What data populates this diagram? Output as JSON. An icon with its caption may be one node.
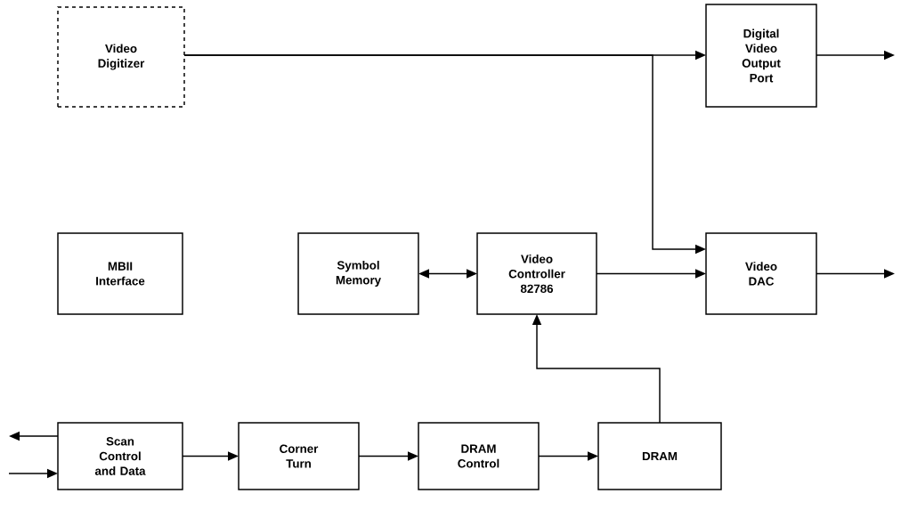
{
  "diagram": {
    "nodes": [
      {
        "text": [
          "Video Digitizer"
        ]
      },
      {
        "text": [
          "Digital Video Output Port"
        ]
      },
      {
        "text": [
          "MBII Interface"
        ]
      },
      {
        "text": [
          "Symbol Memory"
        ]
      },
      {
        "text": [
          "Video Controller 82786"
        ]
      },
      {
        "text": [
          "Video DAC"
        ]
      },
      {
        "text": [
          "Scan Control and Data"
        ]
      },
      {
        "text": [
          "Corner Turn"
        ]
      },
      {
        "text": [
          "DRAM Control"
        ]
      },
      {
        "text": [
          "DRAM"
        ]
      }
    ],
    "edges": [
      {
        "from": 0,
        "to": 1,
        "arrow": "to"
      },
      {
        "from": 0,
        "to": 5,
        "arrow": "to"
      },
      {
        "from": 1,
        "to": null,
        "arrow": "to"
      },
      {
        "from": 3,
        "to": 4,
        "arrow": "both"
      },
      {
        "from": 4,
        "to": 5,
        "arrow": "to"
      },
      {
        "from": 5,
        "to": null,
        "arrow": "to"
      },
      {
        "from": 9,
        "to": 4,
        "arrow": "to"
      },
      {
        "from": 6,
        "to": null,
        "arrow": "to"
      },
      {
        "from": null,
        "to": 6,
        "arrow": "to"
      },
      {
        "from": 6,
        "to": 7,
        "arrow": "to"
      },
      {
        "from": 7,
        "to": 8,
        "arrow": "to"
      },
      {
        "from": 8,
        "to": 9,
        "arrow": "to"
      }
    ]
  }
}
